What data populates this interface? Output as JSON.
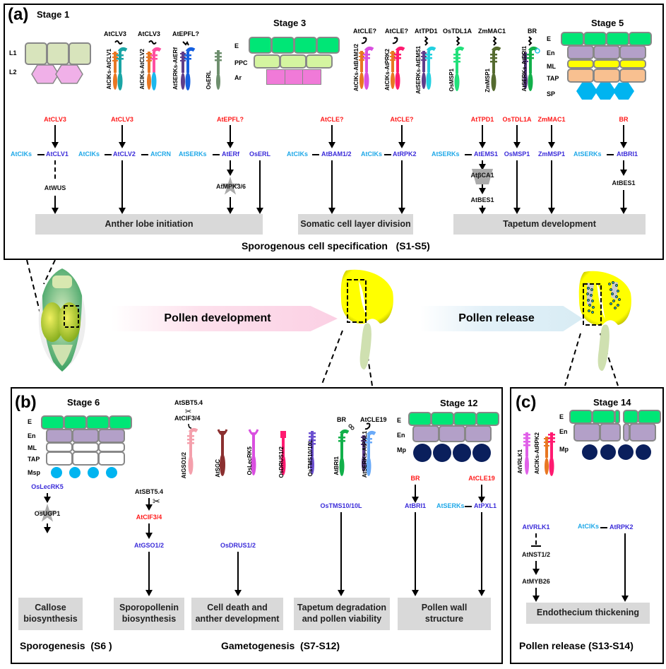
{
  "panel_a": {
    "label": "(a)",
    "stage1": {
      "title": "Stage 1",
      "layers": [
        "L1",
        "L2"
      ]
    },
    "stage3": {
      "title": "Stage 3",
      "layers": [
        "E",
        "PPC",
        "Ar"
      ]
    },
    "stage5": {
      "title": "Stage 5",
      "layers": [
        "E",
        "En",
        "ML",
        "TAP",
        "SP"
      ]
    },
    "receptors": [
      {
        "ligand": "AtCLV3",
        "name": "AtCIKs-AtCLV1"
      },
      {
        "ligand": "AtCLV3",
        "name": "AtCIKs-AtCLV2"
      },
      {
        "ligand": "AtEPFL?",
        "name": "AtSERKs-AtERf"
      },
      {
        "ligand": "",
        "name": "OsERL"
      },
      {
        "ligand": "AtCLE?",
        "name": "AtCIKs-AtBAM1/2"
      },
      {
        "ligand": "AtCLE?",
        "name": "AtCIKs-AtPRK2"
      },
      {
        "ligand": "AtTPD1",
        "name": "AtSERKs-AtEMS1"
      },
      {
        "ligand": "OsTDL1A",
        "name": "OsMSP1"
      },
      {
        "ligand": "ZmMAC1",
        "name": "ZmMSP1"
      },
      {
        "ligand": "BR",
        "name": "AtSERKs-AtBRI1"
      }
    ],
    "pathways": {
      "p1": {
        "ligand": "AtCLV3",
        "coreceptor": "AtCIKs",
        "receptor": "AtCLV1",
        "downstream": "AtWUS"
      },
      "p2": {
        "ligand": "AtCLV3",
        "coreceptor": "AtCIKs",
        "receptor": "AtCLV2",
        "partner": "AtCRN"
      },
      "p3": {
        "ligand": "AtEPFL?",
        "coreceptor": "AtSERKs",
        "receptor": "AtERf",
        "downstream": "AtMPK3/6"
      },
      "p4": {
        "receptor": "OsERL"
      },
      "p5": {
        "ligand": "AtCLE?",
        "coreceptor": "AtCIKs",
        "receptor": "AtBAM1/2"
      },
      "p6": {
        "ligand": "AtCLE?",
        "coreceptor": "AtCIKs",
        "receptor": "AtRPK2"
      },
      "p7": {
        "ligand": "AtTPD1",
        "coreceptor": "AtSERKs",
        "receptor": "AtEMS1",
        "downstream1": "AtβCA1",
        "downstream2": "AtBES1"
      },
      "p8": {
        "ligand": "OsTDL1A",
        "receptor": "OsMSP1"
      },
      "p9": {
        "ligand": "ZmMAC1",
        "receptor": "ZmMSP1"
      },
      "p10": {
        "ligand": "BR",
        "coreceptor": "AtSERKs",
        "receptor": "AtBRI1",
        "downstream": "AtBES1"
      }
    },
    "outcomes": [
      "Anther lobe initiation",
      "Somatic cell layer division",
      "Tapetum development"
    ],
    "footer": "Sporogenous cell specification   (S1-S5)"
  },
  "middle": {
    "arrow1": "Pollen development",
    "arrow2": "Pollen release"
  },
  "panel_b": {
    "label": "(b)",
    "stage6": {
      "title": "Stage 6",
      "layers": [
        "E",
        "En",
        "ML",
        "TAP",
        "Msp"
      ]
    },
    "stage12": {
      "title": "Stage 12",
      "layers": [
        "E",
        "En",
        "Mp"
      ]
    },
    "peptide_top": "AtSBT5.4",
    "peptide_mid": "AtCIF3/4",
    "receptors": [
      {
        "ligand": "",
        "name": "AtGSO1/2"
      },
      {
        "ligand": "",
        "name": "AtSGC"
      },
      {
        "ligand": "",
        "name": "OsLecRK5"
      },
      {
        "ligand": "",
        "name": "OsDRUS1/2"
      },
      {
        "ligand": "",
        "name": "OsTMS10/10L"
      },
      {
        "ligand": "BR",
        "name": "AtBRI1"
      },
      {
        "ligand": "AtCLE19",
        "name": "AtSERKs-AtPXL1"
      }
    ],
    "pathways": {
      "q1": {
        "receptor": "OsLecRK5",
        "downstream": "OsUGP1"
      },
      "q2": {
        "protease": "AtSBT5.4",
        "ligand": "AtCIF3/4",
        "receptor": "AtGSO1/2"
      },
      "q3": {
        "receptor": "OsDRUS1/2"
      },
      "q4": {
        "receptor": "OsTMS10/10L"
      },
      "q5": {
        "ligand": "BR",
        "receptor": "AtBRI1"
      },
      "q6": {
        "ligand": "AtCLE19",
        "coreceptor": "AtSERKs",
        "receptor": "AtPXL1"
      }
    },
    "outcomes": [
      [
        "Callose",
        "biosynthesis"
      ],
      [
        "Sporopollenin",
        "biosynthesis"
      ],
      [
        "Cell death and",
        "anther development"
      ],
      [
        "Tapetum degradation",
        "and pollen viability"
      ],
      [
        "Pollen wall",
        "structure"
      ]
    ],
    "footer_left": "Sporogenesis  (S6 )",
    "footer_right": "Gametogenesis  (S7-S12)"
  },
  "panel_c": {
    "label": "(c)",
    "stage14": {
      "title": "Stage 14",
      "layers": [
        "E",
        "En",
        "Mp"
      ]
    },
    "receptors": [
      {
        "name": "AtVRLK1"
      },
      {
        "name": "AtCIKs-AtRPK2"
      }
    ],
    "pathways": {
      "r1": {
        "receptor": "AtVRLK1",
        "downstream1": "AtNST1/2",
        "downstream2": "AtMYB26"
      },
      "r2": {
        "coreceptor": "AtCIKs",
        "receptor": "AtRPK2"
      }
    },
    "outcome": "Endothecium thickening",
    "footer": "Pollen release (S13-S14)"
  },
  "colors": {
    "ligand": "#ff1a1a",
    "receptor": "#3a2bd9",
    "coreceptor": "#1fa8e8",
    "outcome_box": "#d9d9d9",
    "epidermis": "#00e676",
    "endothecium": "#b3a0c8",
    "middle_layer": "#ffff00",
    "tapetum": "#f8c090",
    "sporogenous": "#00b4f0",
    "microspore": "#00b4f0",
    "mature_pollen": "#0a1f5c"
  }
}
